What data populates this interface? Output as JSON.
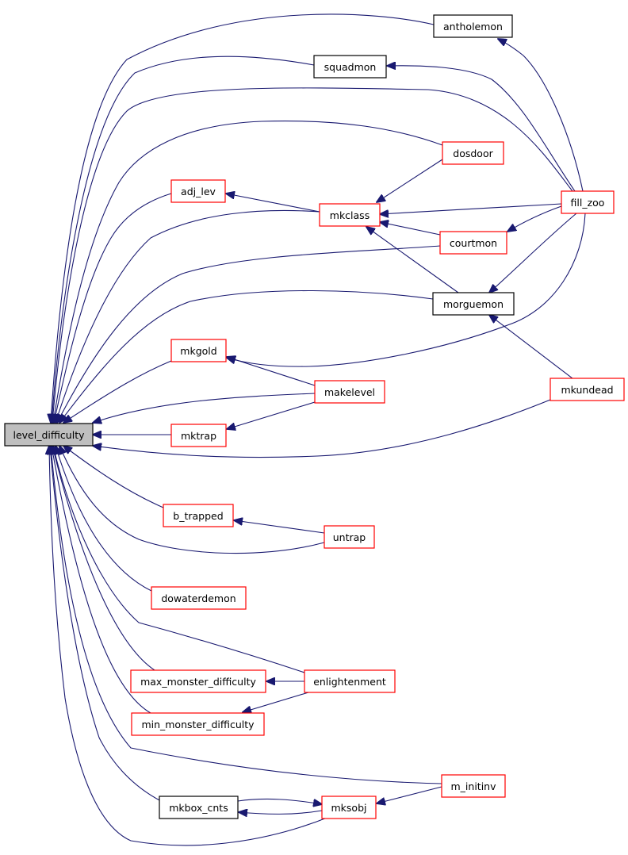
{
  "graph": {
    "colors": {
      "edge": "#191970",
      "root_fill": "#bfbfbf",
      "red_border": "#ff0000",
      "black_border": "#000000",
      "text": "#000000"
    },
    "nodes": {
      "level_difficulty": {
        "label": "level_difficulty",
        "style": "root"
      },
      "antholemon": {
        "label": "antholemon",
        "style": "black"
      },
      "squadmon": {
        "label": "squadmon",
        "style": "black"
      },
      "dosdoor": {
        "label": "dosdoor",
        "style": "red"
      },
      "adj_lev": {
        "label": "adj_lev",
        "style": "red"
      },
      "mkclass": {
        "label": "mkclass",
        "style": "red"
      },
      "fill_zoo": {
        "label": "fill_zoo",
        "style": "red"
      },
      "courtmon": {
        "label": "courtmon",
        "style": "red"
      },
      "morguemon": {
        "label": "morguemon",
        "style": "black"
      },
      "mkgold": {
        "label": "mkgold",
        "style": "red"
      },
      "makelevel": {
        "label": "makelevel",
        "style": "red"
      },
      "mkundead": {
        "label": "mkundead",
        "style": "red"
      },
      "mktrap": {
        "label": "mktrap",
        "style": "red"
      },
      "b_trapped": {
        "label": "b_trapped",
        "style": "red"
      },
      "untrap": {
        "label": "untrap",
        "style": "red"
      },
      "dowaterdemon": {
        "label": "dowaterdemon",
        "style": "red"
      },
      "max_monster_difficulty": {
        "label": "max_monster_difficulty",
        "style": "red"
      },
      "enlightenment": {
        "label": "enlightenment",
        "style": "red"
      },
      "min_monster_difficulty": {
        "label": "min_monster_difficulty",
        "style": "red"
      },
      "m_initinv": {
        "label": "m_initinv",
        "style": "red"
      },
      "mkbox_cnts": {
        "label": "mkbox_cnts",
        "style": "black"
      },
      "mksobj": {
        "label": "mksobj",
        "style": "red"
      }
    },
    "edges": [
      {
        "from": "antholemon",
        "to": "level_difficulty"
      },
      {
        "from": "squadmon",
        "to": "level_difficulty"
      },
      {
        "from": "fill_zoo",
        "to": "level_difficulty"
      },
      {
        "from": "dosdoor",
        "to": "level_difficulty"
      },
      {
        "from": "adj_lev",
        "to": "level_difficulty"
      },
      {
        "from": "mkclass",
        "to": "level_difficulty"
      },
      {
        "from": "courtmon",
        "to": "level_difficulty"
      },
      {
        "from": "morguemon",
        "to": "level_difficulty"
      },
      {
        "from": "mkgold",
        "to": "level_difficulty"
      },
      {
        "from": "makelevel",
        "to": "level_difficulty"
      },
      {
        "from": "mktrap",
        "to": "level_difficulty"
      },
      {
        "from": "mkundead",
        "to": "level_difficulty"
      },
      {
        "from": "b_trapped",
        "to": "level_difficulty"
      },
      {
        "from": "untrap",
        "to": "level_difficulty"
      },
      {
        "from": "dowaterdemon",
        "to": "level_difficulty"
      },
      {
        "from": "enlightenment",
        "to": "level_difficulty"
      },
      {
        "from": "max_monster_difficulty",
        "to": "level_difficulty"
      },
      {
        "from": "min_monster_difficulty",
        "to": "level_difficulty"
      },
      {
        "from": "m_initinv",
        "to": "level_difficulty"
      },
      {
        "from": "mkbox_cnts",
        "to": "level_difficulty"
      },
      {
        "from": "mksobj",
        "to": "level_difficulty"
      },
      {
        "from": "fill_zoo",
        "to": "antholemon"
      },
      {
        "from": "fill_zoo",
        "to": "squadmon"
      },
      {
        "from": "mkclass",
        "to": "adj_lev"
      },
      {
        "from": "dosdoor",
        "to": "mkclass"
      },
      {
        "from": "fill_zoo",
        "to": "mkclass"
      },
      {
        "from": "courtmon",
        "to": "mkclass"
      },
      {
        "from": "morguemon",
        "to": "mkclass"
      },
      {
        "from": "fill_zoo",
        "to": "courtmon"
      },
      {
        "from": "fill_zoo",
        "to": "morguemon"
      },
      {
        "from": "mkundead",
        "to": "morguemon"
      },
      {
        "from": "fill_zoo",
        "to": "mkgold"
      },
      {
        "from": "makelevel",
        "to": "mkgold"
      },
      {
        "from": "makelevel",
        "to": "mktrap"
      },
      {
        "from": "untrap",
        "to": "b_trapped"
      },
      {
        "from": "enlightenment",
        "to": "max_monster_difficulty"
      },
      {
        "from": "enlightenment",
        "to": "min_monster_difficulty"
      },
      {
        "from": "m_initinv",
        "to": "mksobj"
      },
      {
        "from": "mksobj",
        "to": "mkbox_cnts"
      },
      {
        "from": "mkbox_cnts",
        "to": "mksobj"
      }
    ]
  }
}
